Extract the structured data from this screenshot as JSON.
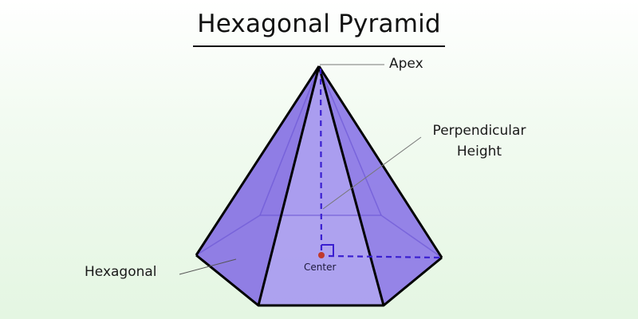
{
  "title": "Hexagonal Pyramid",
  "labels": {
    "apex": "Apex",
    "height_line1": "Perpendicular",
    "height_line2": "Height",
    "base": "Hexagonal",
    "center": "Center"
  },
  "colors": {
    "face_light": "#a99af0",
    "face_mid": "#8f7ce6",
    "face_dark": "#7b65de",
    "edge": "#000000",
    "dashed": "#3a1fd0",
    "center_dot": "#c0392b",
    "background_top": "#ffffff",
    "background_bottom": "#e4f6e2"
  }
}
